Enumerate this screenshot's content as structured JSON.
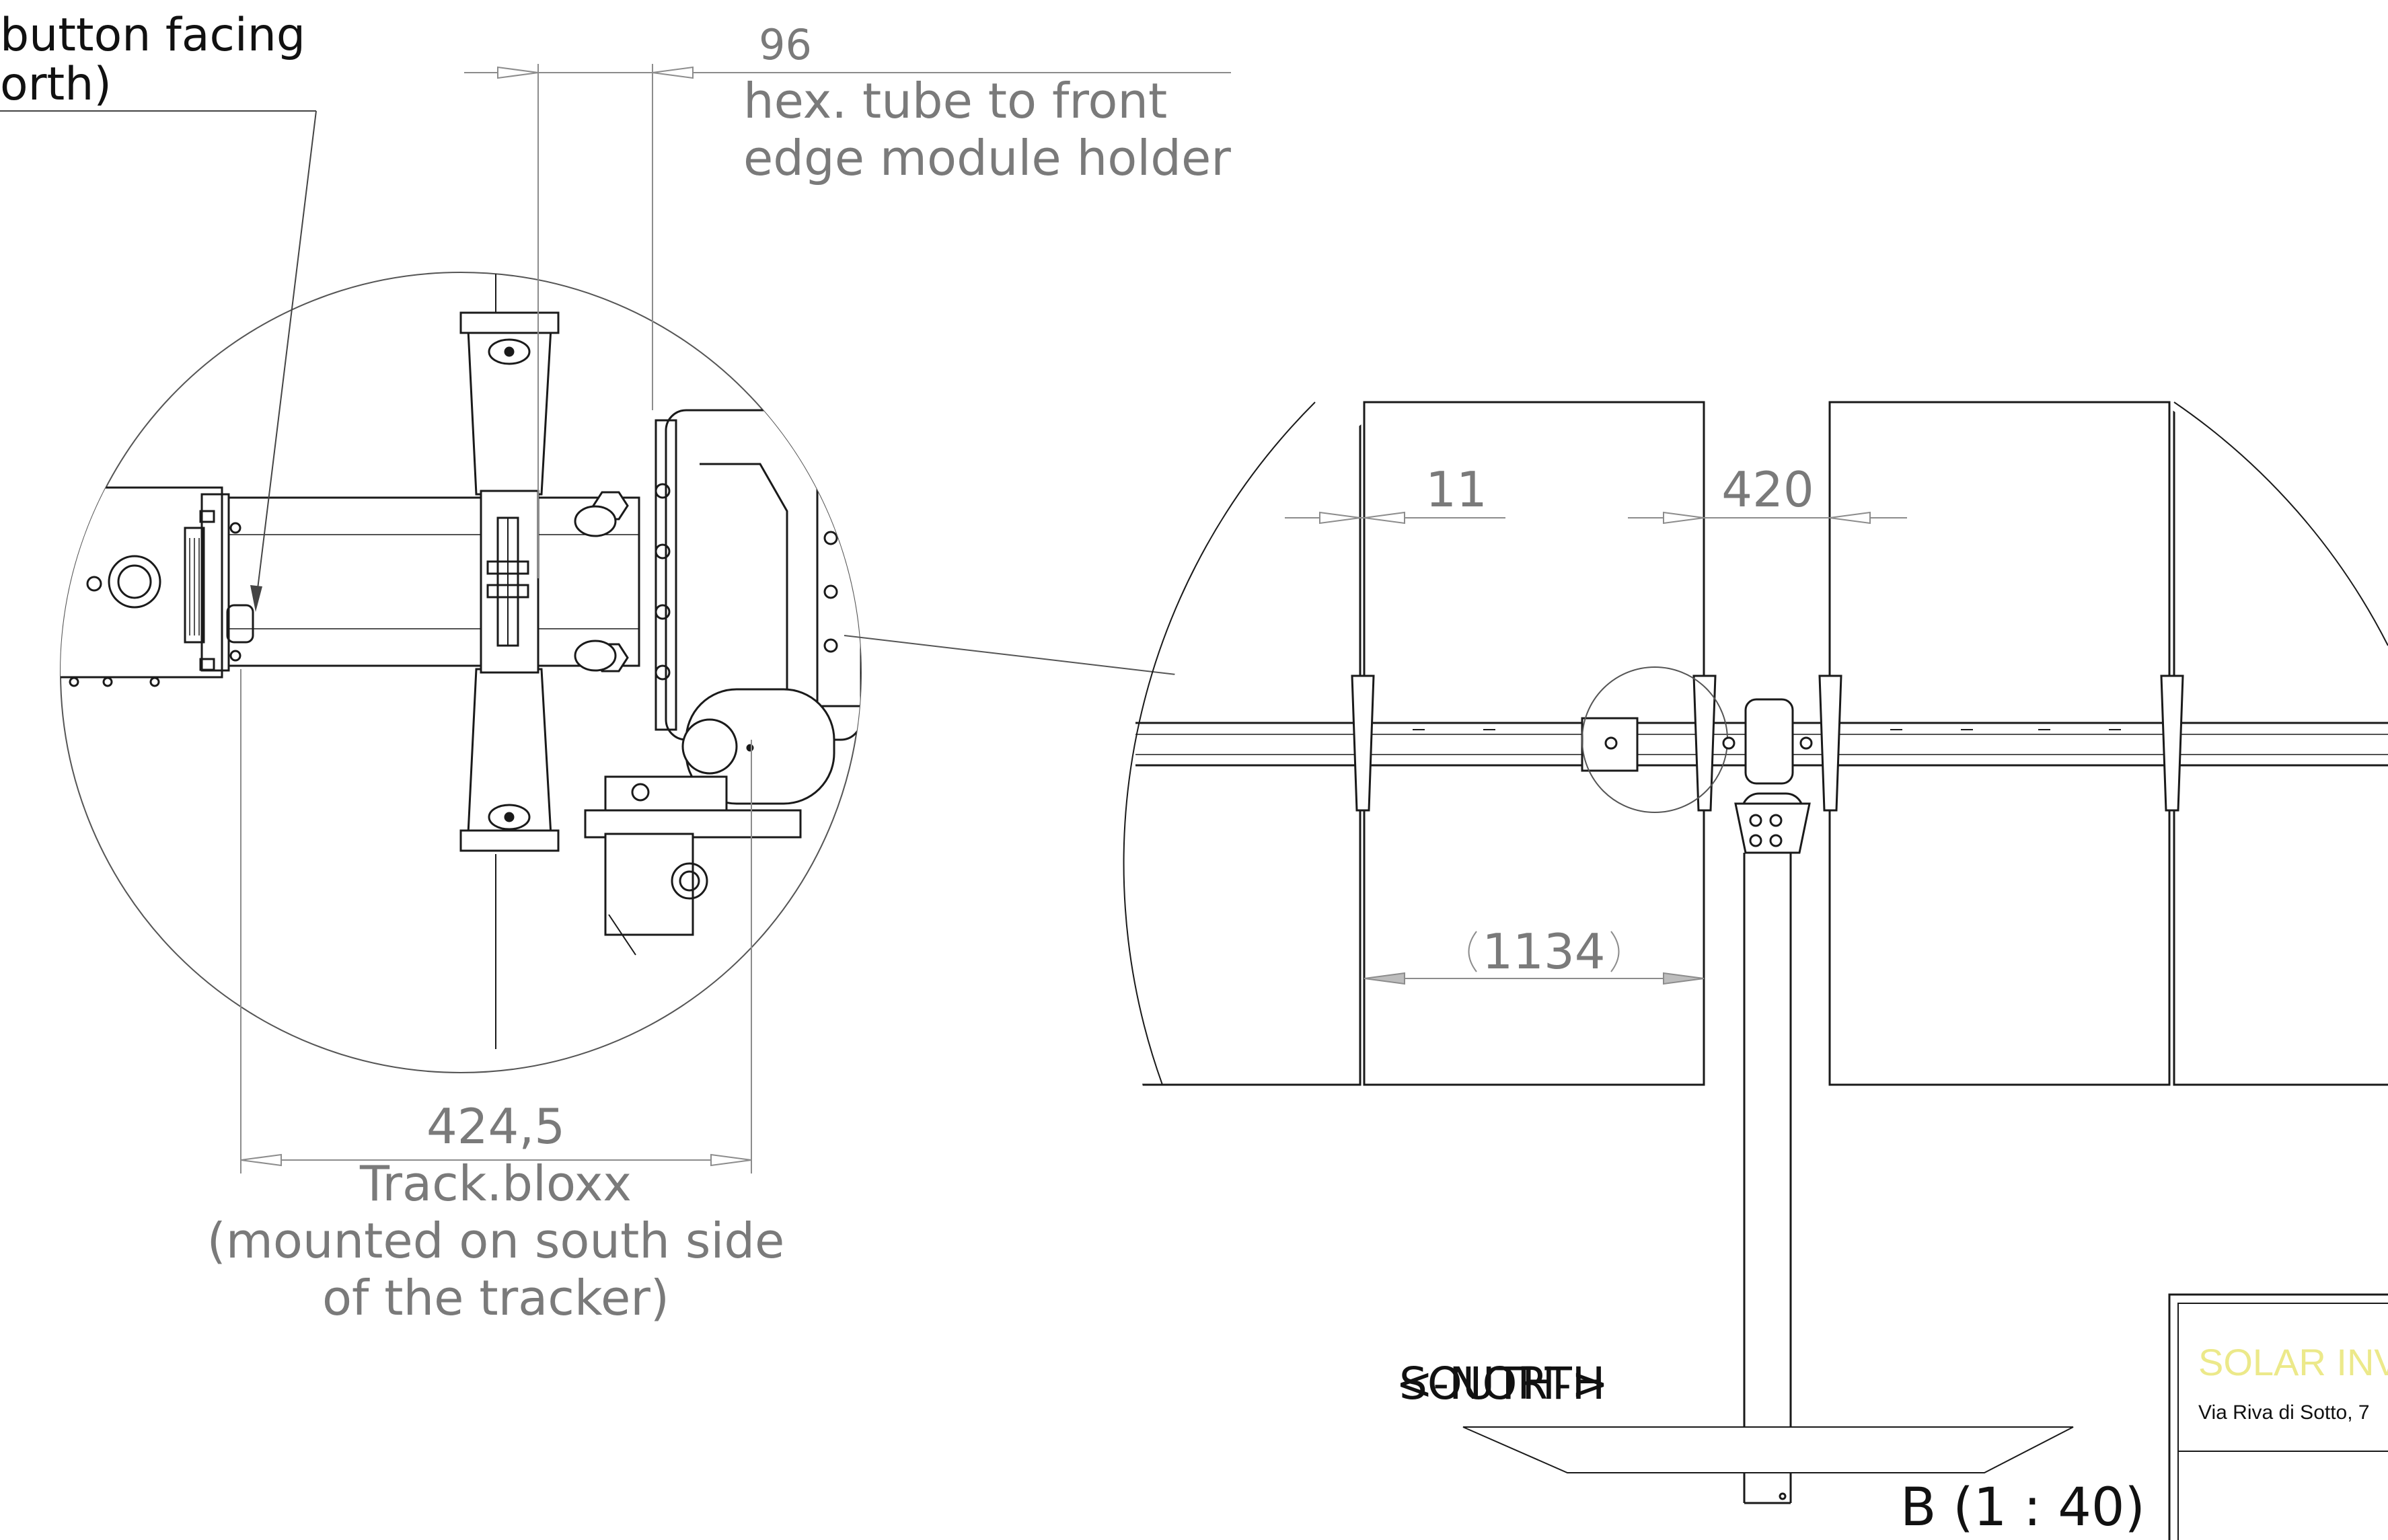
{
  "colors": {
    "line": "#1a1a1a",
    "dimension": "#8c8c8c",
    "title_accent": "#ece98a"
  },
  "notes": {
    "button_note_line1": "button facing",
    "button_note_line2": "orth)"
  },
  "dimensions": {
    "d96": {
      "value": "96",
      "line1": "hex. tube to front",
      "line2": "edge module holder"
    },
    "d424": {
      "value": "424,5",
      "line1": "Track.bloxx",
      "line2": "(mounted on south side",
      "line3": "of the tracker)"
    },
    "d11": {
      "value": "11"
    },
    "d420": {
      "value": "420"
    },
    "d1134": {
      "value": "1134"
    }
  },
  "direction": {
    "north": "<-NORTH",
    "south": "SOUTH->"
  },
  "view": {
    "scale_label": "B (1 : 40)"
  },
  "title_block": {
    "company": "SOLAR INVE",
    "address": "Via Riva di Sotto, 7"
  }
}
